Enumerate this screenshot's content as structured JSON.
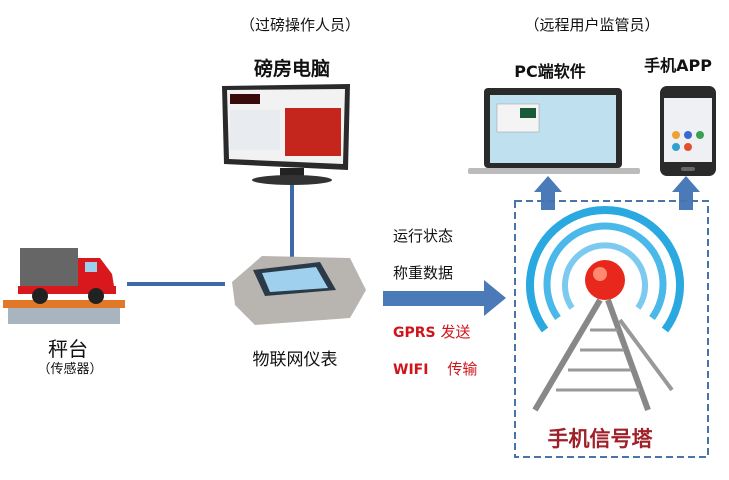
{
  "operator_caption": "（过磅操作人员）",
  "remote_caption": "（远程用户监管员）",
  "scale_house_pc": "磅房电脑",
  "pc_software": "PC端软件",
  "mobile_app": "手机APP",
  "platform": "秤台",
  "platform_sub": "（传感器）",
  "iot_meter": "物联网仪表",
  "data_labels": [
    "运行状态",
    "称重数据"
  ],
  "transport": [
    {
      "method": "GPRS",
      "action": "发送"
    },
    {
      "method": "WIFI",
      "action": "传输"
    }
  ],
  "tower_label": "手机信号塔",
  "colors": {
    "line": "#3b6aa8",
    "arrow": "#4a7ab8",
    "red": "#d0141b",
    "tower_label": "#a0202a"
  }
}
